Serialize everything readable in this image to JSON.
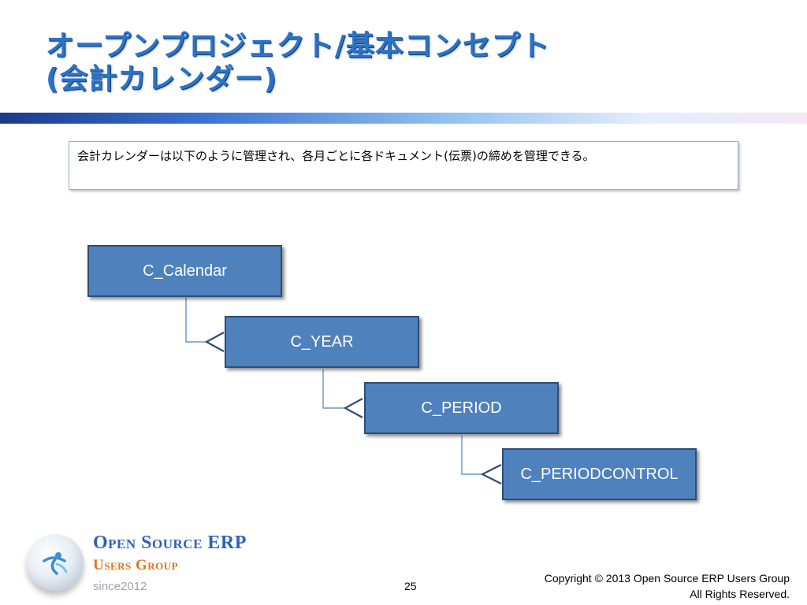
{
  "slide": {
    "title_line1": "オープンプロジェクト/基本コンセプト",
    "title_line2": "(会計カレンダー)",
    "description": "会計カレンダーは以下のように管理され、各月ごとに各ドキュメント(伝票)の締めを管理できる。",
    "page_number": "25"
  },
  "diagram": {
    "nodes": [
      "C_Calendar",
      "C_YEAR",
      "C_PERIOD",
      "C_PERIODCONTROL"
    ],
    "relationships": [
      {
        "from": "C_Calendar",
        "to": "C_YEAR",
        "cardinality": "one-to-many"
      },
      {
        "from": "C_YEAR",
        "to": "C_PERIOD",
        "cardinality": "one-to-many"
      },
      {
        "from": "C_PERIOD",
        "to": "C_PERIODCONTROL",
        "cardinality": "one-to-many"
      }
    ]
  },
  "footer": {
    "logo_line1": "Open Source ERP",
    "logo_line2": "Users Group",
    "logo_line3": "since2012",
    "copyright_line1": "Copyright © 2013 Open Source ERP Users Group",
    "copyright_line2": "All Rights Reserved."
  },
  "colors": {
    "title": "#2a73c8",
    "node_fill": "#4f81bd",
    "node_border": "#2c4d75",
    "connector": "#4f81bd",
    "logo_blue": "#2e62b8",
    "logo_orange": "#e8731a"
  }
}
